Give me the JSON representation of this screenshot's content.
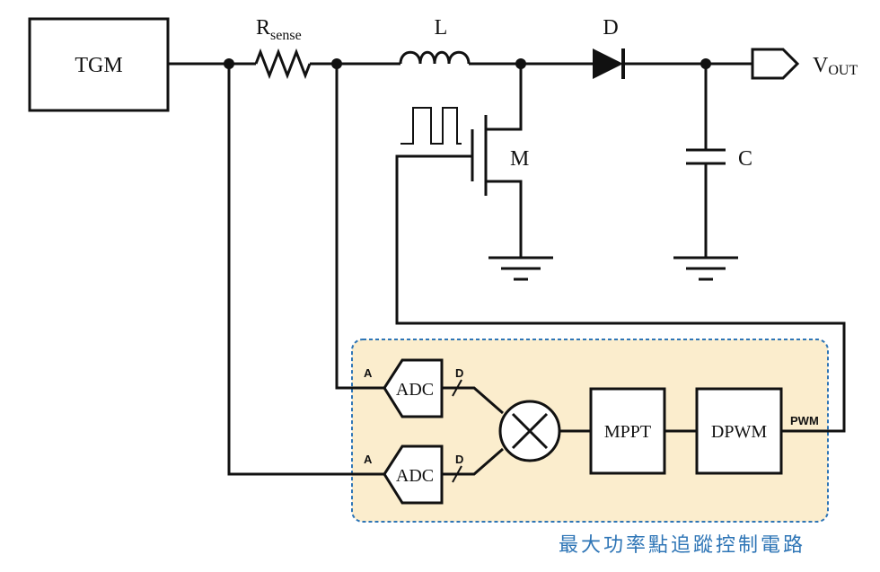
{
  "blocks": {
    "tgm": "TGM",
    "adc_top": "ADC",
    "adc_bottom": "ADC",
    "mppt": "MPPT",
    "dpwm": "DPWM"
  },
  "components": {
    "rsense_main": "R",
    "rsense_sub": "sense",
    "inductor": "L",
    "diode": "D",
    "mosfet": "M",
    "capacitor": "C",
    "vout_main": "V",
    "vout_sub": "OUT"
  },
  "pins": {
    "adc_top_in": "A",
    "adc_top_out": "D",
    "adc_bottom_in": "A",
    "adc_bottom_out": "D",
    "pwm": "PWM"
  },
  "controller_caption": "最大功率點追蹤控制電路",
  "colors": {
    "controller_fill": "#fbedcd",
    "controller_border": "#2e75b6",
    "caption": "#2e75b6",
    "wire": "#111111"
  }
}
